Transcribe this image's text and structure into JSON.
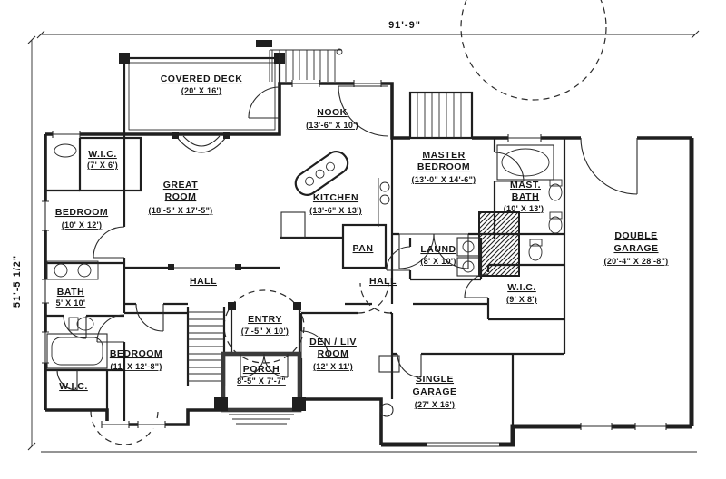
{
  "meta": {
    "drawing_type": "house floor plan blueprint",
    "ink_color": "#1f1f1f",
    "paper_color": "#ffffff"
  },
  "dimensions": {
    "overall_width": "91'-9\"",
    "overall_depth": "51'-5 1/2\""
  },
  "labels": {
    "covered_deck": {
      "name": "COVERED DECK",
      "size": "(20' X 16')"
    },
    "nook": {
      "name": "NOOK",
      "size": "(13'-6\" X 10')"
    },
    "great_room": {
      "name": "GREAT",
      "name2": "ROOM",
      "size": "(18'-5\" X 17'-5\")"
    },
    "kitchen": {
      "name": "KITCHEN",
      "size": "(13'-6\" X 13')"
    },
    "master_bedroom": {
      "name": "MASTER",
      "name2": "BEDROOM",
      "size": "(13'-0\" X 14'-6\")"
    },
    "mast_bath": {
      "name": "MAST.",
      "name2": "BATH",
      "size": "(10' X 13')"
    },
    "double_garage": {
      "name": "DOUBLE",
      "name2": "GARAGE",
      "size": "(20'-4\" X 28'-8\")"
    },
    "single_garage": {
      "name": "SINGLE",
      "name2": "GARAGE",
      "size": "(27' X 16')"
    },
    "wic_upper_left": {
      "name": "W.I.C.",
      "size": "(7' X 6')"
    },
    "bedroom_left": {
      "name": "BEDROOM",
      "size": "(10' X 12')"
    },
    "bath": {
      "name": "BATH",
      "size": "5' X 10'"
    },
    "bedroom_lower_left": {
      "name": "BEDROOM",
      "size": "(11' X 12'-8\")"
    },
    "wic_lower_left": {
      "name": "W.I.C."
    },
    "hall_left": {
      "name": "HALL"
    },
    "hall_right": {
      "name": "HALL"
    },
    "entry": {
      "name": "ENTRY",
      "size": "(7'-5\" X 10')"
    },
    "porch": {
      "name": "PORCH",
      "size": "8'-5\" X 7'-7\""
    },
    "den_liv": {
      "name": "DEN / LIV",
      "name2": "ROOM",
      "size": "(12' X 11')"
    },
    "pan": {
      "name": "PAN"
    },
    "laund": {
      "name": "LAUND",
      "size": "(8' X 10')"
    },
    "wic_right": {
      "name": "W.I.C.",
      "size": "(9' X 8')"
    }
  }
}
